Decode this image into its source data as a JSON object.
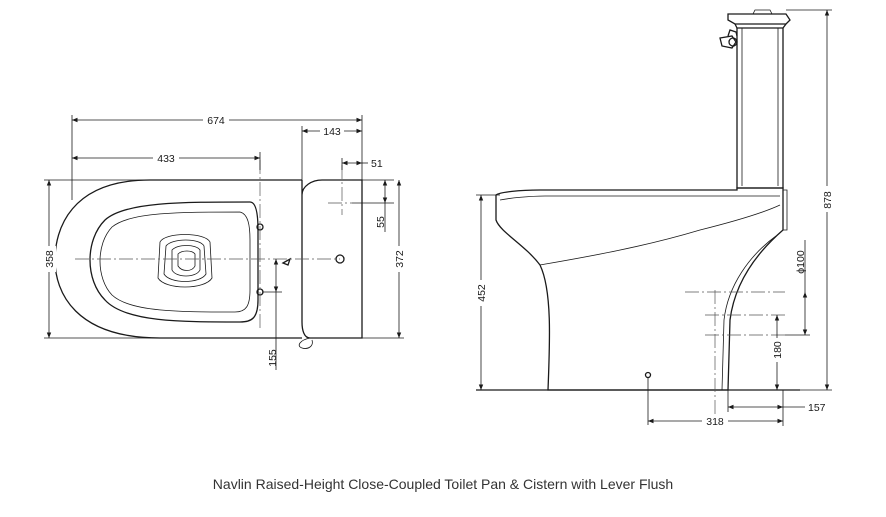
{
  "caption": "Navlin Raised-Height Close-Coupled Toilet Pan & Cistern with Lever Flush",
  "dimensions": {
    "overall_length": "674",
    "seat_to_fixing": "433",
    "cistern_depth": "143",
    "cistern_offset": "51",
    "width_pan": "358",
    "width_cistern": "372",
    "inlet_height": "55",
    "fixing_hole": "155",
    "pan_height": "452",
    "overall_height": "878",
    "outlet_diameter": "ϕ100",
    "outlet_height": "180",
    "wall_to_outlet_a": "157",
    "wall_to_outlet_b": "318"
  }
}
